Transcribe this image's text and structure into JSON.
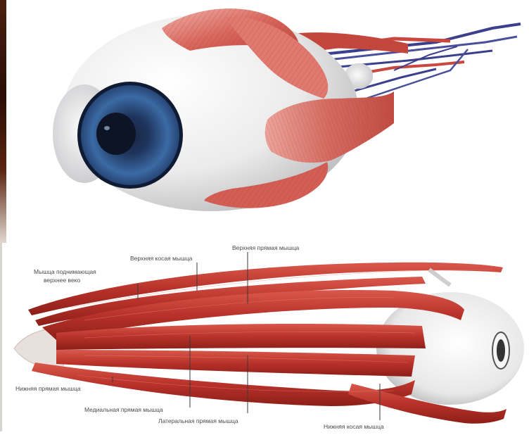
{
  "labels": {
    "superior_oblique": "Верхняя косая мышца",
    "superior_rectus": "Верхняя прямая мышца",
    "levator_line1": "Мышца поднимающая",
    "levator_line2": "верхнее веко",
    "inferior_rectus": "Нижняя прямая мышца",
    "medial_rectus": "Медиальная прямая мышца",
    "lateral_rectus": "Латеральная прямая мышца",
    "inferior_oblique": "Нижняя косая мышца"
  },
  "colors": {
    "muscle": "#c8473e",
    "muscle_dark": "#8e1f18",
    "muscle_light": "#e79a92",
    "sclera": "#f0f0f0",
    "iris": "#2b4a7c",
    "nerve": "#3b3f8c"
  }
}
